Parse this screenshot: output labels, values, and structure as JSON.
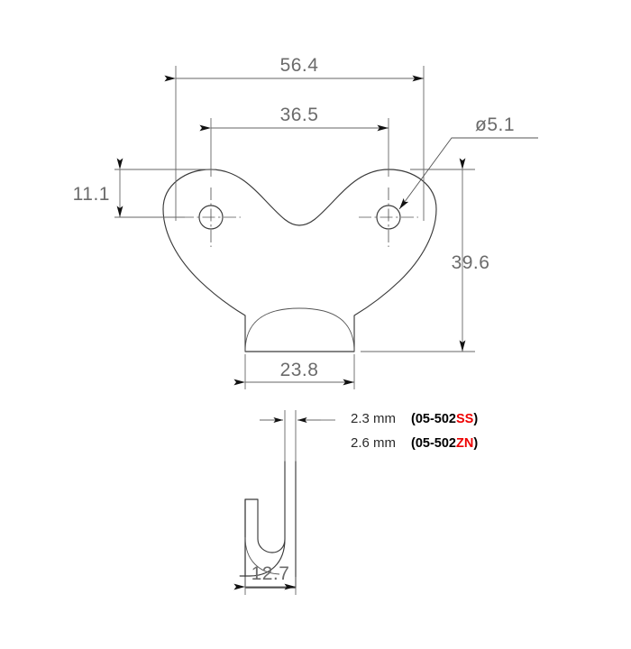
{
  "drawing": {
    "title": "Hook bracket technical drawing",
    "units": "mm",
    "line_color": "#3a3a3a",
    "dimension_color": "#666666",
    "accent_color": "#ee0000"
  },
  "dimensions": {
    "overall_width": "56.4",
    "hole_spacing": "36.5",
    "hole_diameter": "ø5.1",
    "top_offset": "11.1",
    "overall_height": "39.6",
    "stem_width": "23.8",
    "hook_depth": "12.7"
  },
  "thickness_rows": [
    {
      "value": "2.3 mm",
      "part_prefix": "(05-502",
      "part_accent": "SS",
      "part_suffix": ")"
    },
    {
      "value": "2.6 mm",
      "part_prefix": "(05-502",
      "part_accent": "ZN",
      "part_suffix": ")"
    }
  ]
}
